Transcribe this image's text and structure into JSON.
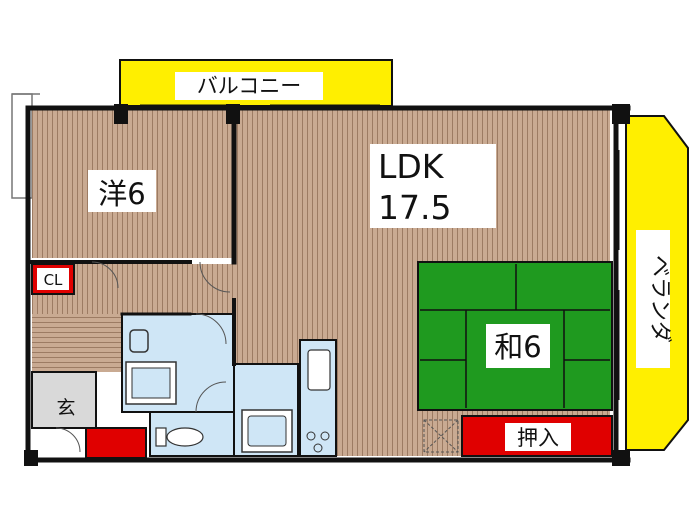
{
  "floorplan": {
    "balcony_label": "バルコニー",
    "veranda_label": "ベランダ",
    "western_room": {
      "label": "洋6"
    },
    "ldk": {
      "label": "LDK",
      "size": "17.5"
    },
    "japanese_room": {
      "label": "和6"
    },
    "closet_label": "CL",
    "entrance_label": "玄",
    "oshiire_label": "押入"
  },
  "colors": {
    "wood_floor": "#c7a78f",
    "wood_line": "#9c7b63",
    "tatami": "#1f9a1f",
    "balcony_yellow": "#ffef00",
    "closet_red": "#e00000",
    "wet_area_blue": "#cfe6f6",
    "wall": "#111111",
    "entrance_gray": "#d9d9d9"
  }
}
